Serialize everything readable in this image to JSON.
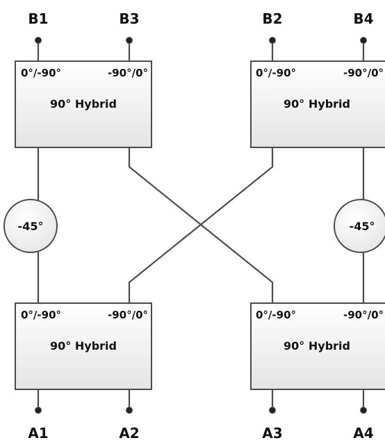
{
  "diagram": {
    "top_ports": [
      "B1",
      "B3",
      "B2",
      "B4"
    ],
    "bottom_ports": [
      "A1",
      "A2",
      "A3",
      "A4"
    ],
    "hybrids": [
      {
        "left_label": "0°/-90°",
        "right_label": "-90°/0°",
        "title": "90° Hybrid"
      },
      {
        "left_label": "0°/-90°",
        "right_label": "-90°/0°",
        "title": "90° Hybrid"
      },
      {
        "left_label": "0°/-90°",
        "right_label": "-90°/0°",
        "title": "90° Hybrid"
      },
      {
        "left_label": "0°/-90°",
        "right_label": "-90°/0°",
        "title": "90° Hybrid"
      }
    ],
    "phase_shifters": [
      {
        "label": "-45°"
      },
      {
        "label": "-45°"
      }
    ]
  }
}
